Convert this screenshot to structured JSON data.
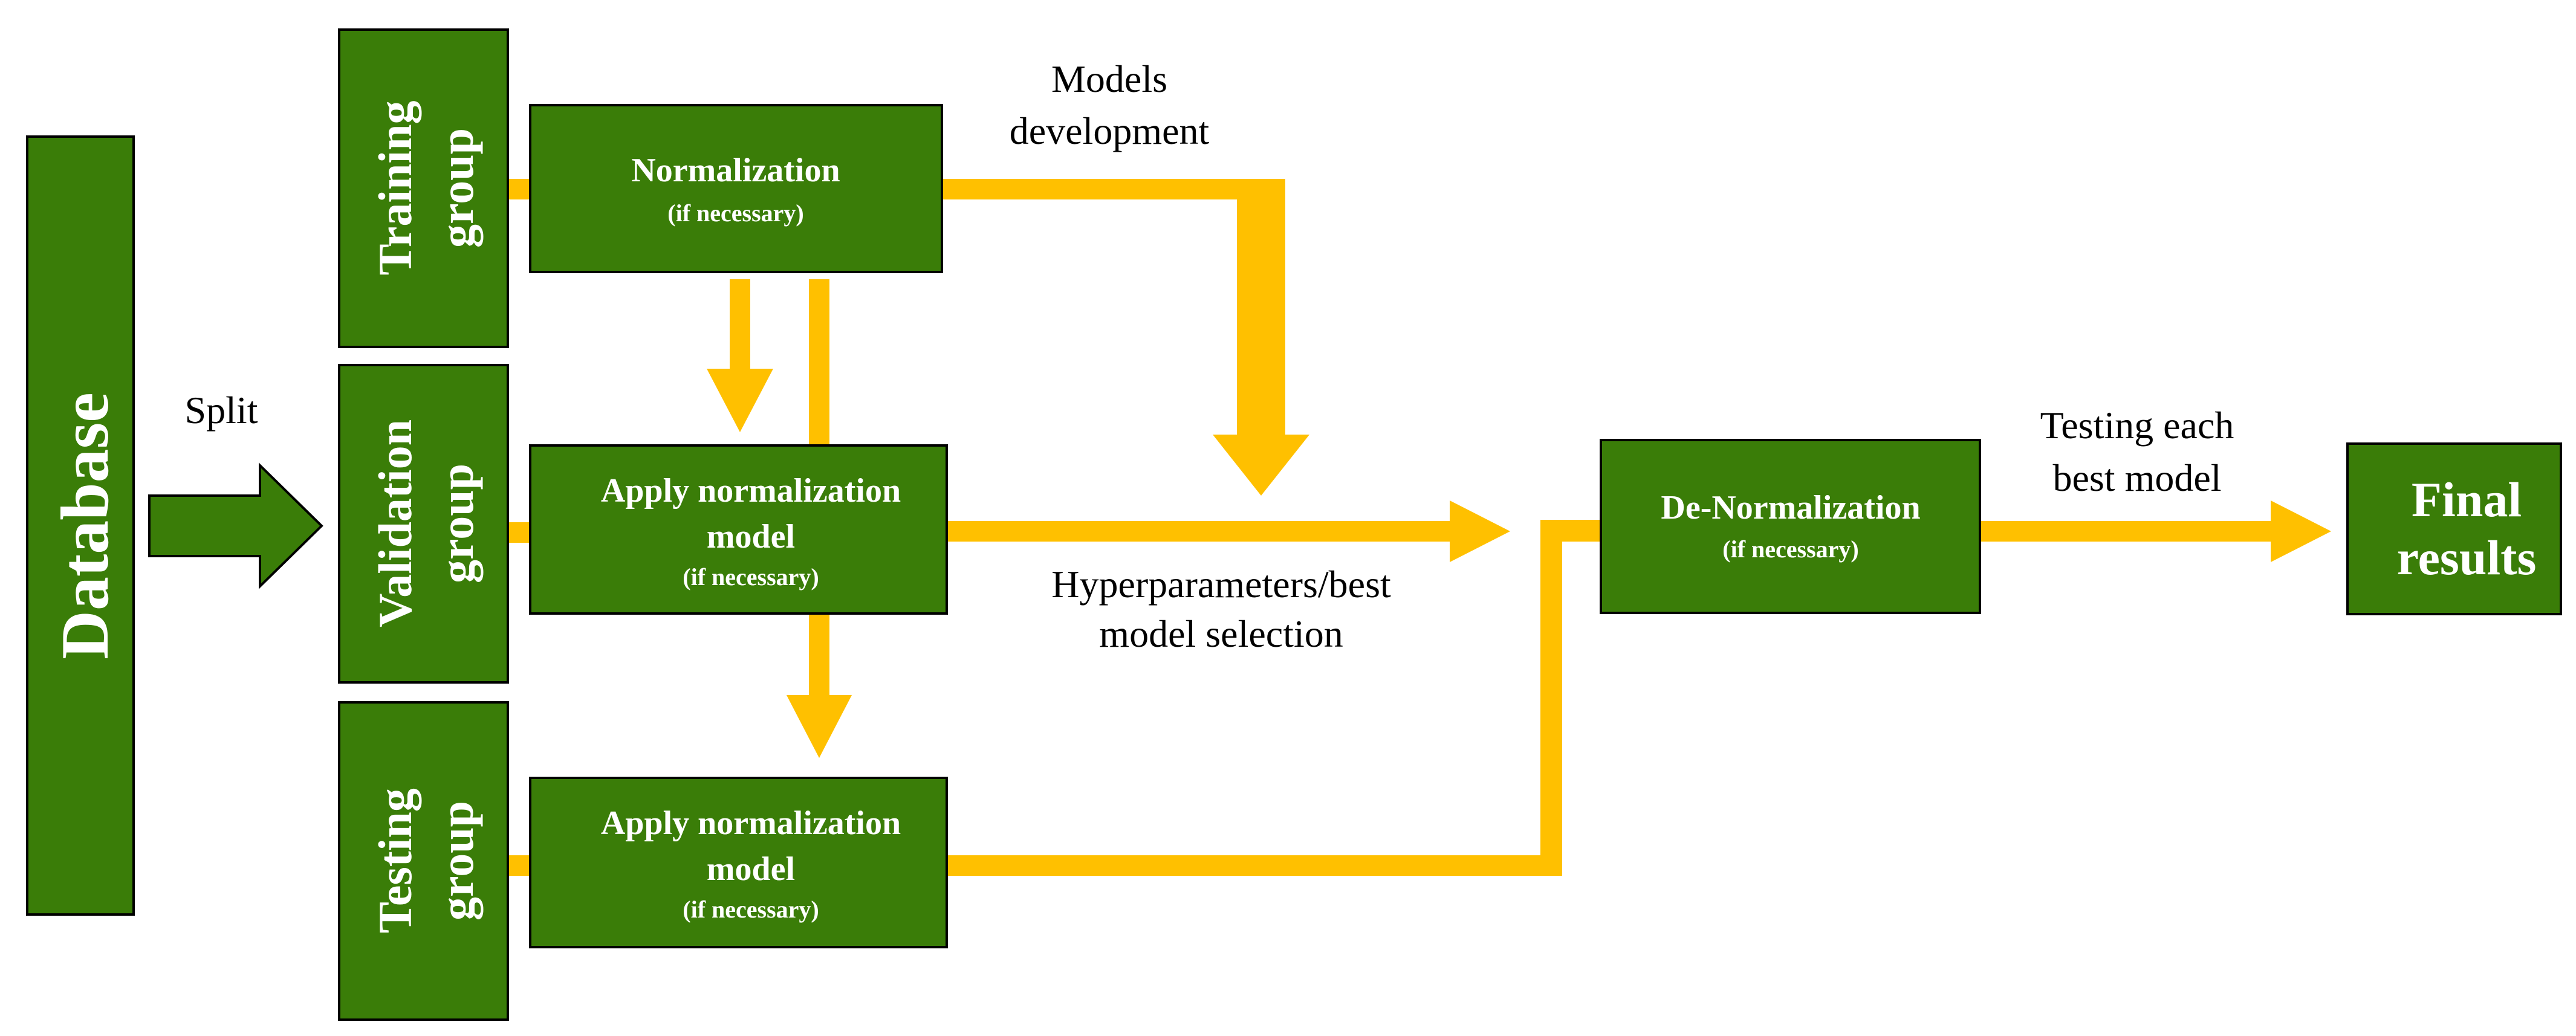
{
  "colors": {
    "box_fill": "#3a7d08",
    "box_border": "#000000",
    "flow_arrow": "#ffc000",
    "split_arrow": "#3a7d08"
  },
  "database": {
    "label": "Database"
  },
  "split_label": "Split",
  "groups": {
    "training": {
      "line1": "Training",
      "line2": "group"
    },
    "validation": {
      "line1": "Validation",
      "line2": "group"
    },
    "testing": {
      "line1": "Testing",
      "line2": "group"
    }
  },
  "steps": {
    "normalization": {
      "title": "Normalization",
      "note": "(if necessary)"
    },
    "apply_validation": {
      "line1": "Apply normalization",
      "line2": "model",
      "note": "(if necessary)"
    },
    "apply_testing": {
      "line1": "Apply normalization",
      "line2": "model",
      "note": "(if necessary)"
    },
    "denormalization": {
      "title": "De-Normalization",
      "note": "(if necessary)"
    }
  },
  "final": {
    "line1": "Final",
    "line2": "results"
  },
  "annotations": {
    "models_development": {
      "line1": "Models",
      "line2": "development"
    },
    "hyperparameters": {
      "line1": "Hyperparameters/best",
      "line2": "model selection"
    },
    "testing_each": {
      "line1": "Testing each",
      "line2": "best model"
    }
  }
}
